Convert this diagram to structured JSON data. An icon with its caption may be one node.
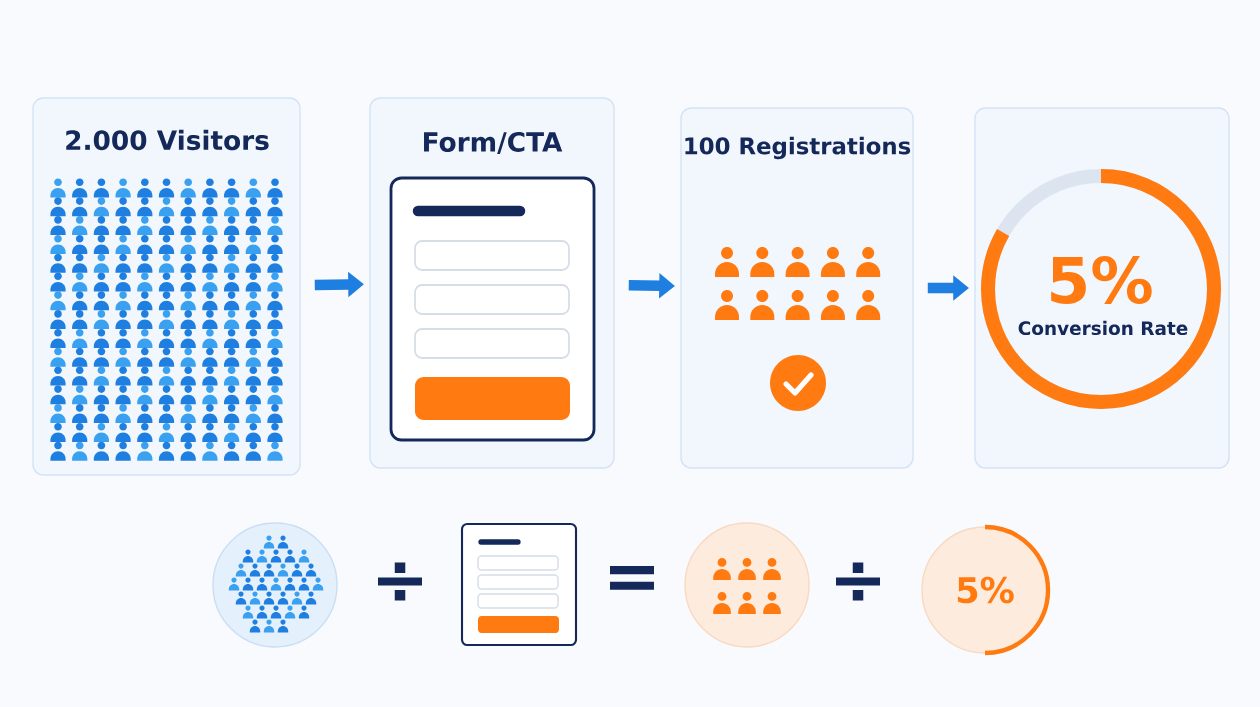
{
  "diagram": {
    "nodes": [
      {
        "text": [
          "2.000 Visitors"
        ]
      },
      {
        "text": [
          "Form/CTA"
        ]
      },
      {
        "text": [
          "100 Registrations"
        ]
      },
      {
        "text": [
          "5%",
          "Conversion Rate"
        ]
      },
      {
        "text": [],
        "shape": "circle"
      },
      {
        "text": [],
        "shape": "box"
      },
      {
        "text": [],
        "shape": "circle"
      },
      {
        "text": [
          "5%"
        ]
      }
    ],
    "edges": [
      {
        "from": 0,
        "to": 1,
        "arrow": "to"
      },
      {
        "from": 1,
        "to": 2,
        "arrow": "to"
      },
      {
        "from": 2,
        "to": 3,
        "arrow": "to"
      }
    ],
    "labels": [
      "÷",
      "=",
      "÷"
    ]
  }
}
